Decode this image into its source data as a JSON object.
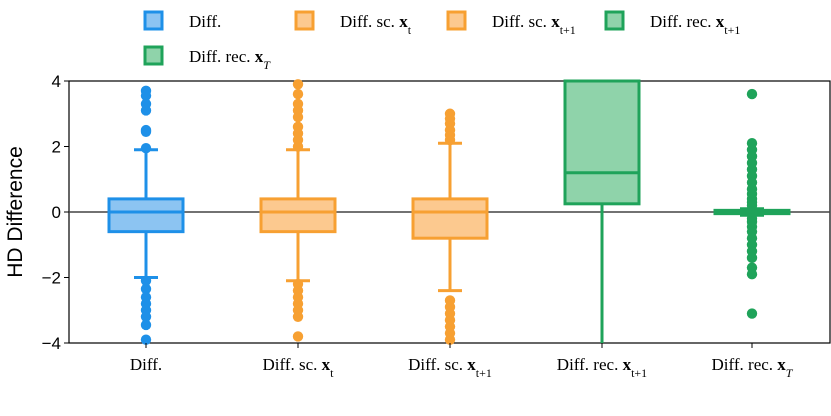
{
  "chart_data": {
    "type": "box",
    "ylabel": "HD Difference",
    "ylim": [
      -4,
      4
    ],
    "yticks": [
      -4,
      -2,
      0,
      2,
      4
    ],
    "ytick_labels": [
      "−4",
      "−2",
      "0",
      "2",
      "4"
    ],
    "zero_line": true,
    "legend_position": "top",
    "series": [
      {
        "name": "Diff.",
        "label_parts": [
          {
            "t": "Diff.",
            "b": false
          }
        ],
        "color": "#1e90e8",
        "fill": "#8cc4f2",
        "q1": -0.6,
        "median": 0.0,
        "q3": 0.4,
        "whisker_low": -2.0,
        "whisker_high": 1.9,
        "clip_low": false,
        "clip_high": false,
        "outliers": [
          3.7,
          3.55,
          3.3,
          3.1,
          2.5,
          2.45,
          1.95,
          -2.1,
          -2.35,
          -2.6,
          -2.8,
          -3.0,
          -3.2,
          -3.45,
          -3.9
        ]
      },
      {
        "name": "Diff. sc. x_t",
        "label_parts": [
          {
            "t": "Diff. sc. ",
            "b": false
          },
          {
            "t": "x",
            "b": true
          },
          {
            "t": "t",
            "sub": true
          }
        ],
        "color": "#f7a032",
        "fill": "#fcc98f",
        "q1": -0.6,
        "median": 0.0,
        "q3": 0.4,
        "whisker_low": -2.1,
        "whisker_high": 1.9,
        "clip_low": false,
        "clip_high": false,
        "outliers": [
          3.9,
          3.6,
          3.3,
          3.1,
          2.9,
          2.6,
          2.4,
          2.2,
          2.0,
          -2.2,
          -2.4,
          -2.6,
          -2.8,
          -3.0,
          -3.2,
          -3.8
        ]
      },
      {
        "name": "Diff. sc. x_t+1",
        "label_parts": [
          {
            "t": "Diff. sc. ",
            "b": false
          },
          {
            "t": "x",
            "b": true
          },
          {
            "t": "t+1",
            "sub": true
          }
        ],
        "color": "#f7a032",
        "fill": "#fcc98f",
        "q1": -0.8,
        "median": 0.0,
        "q3": 0.4,
        "whisker_low": -2.4,
        "whisker_high": 2.1,
        "clip_low": false,
        "clip_high": false,
        "outliers": [
          3.0,
          2.85,
          2.7,
          2.5,
          2.35,
          2.2,
          -2.7,
          -2.9,
          -3.1,
          -3.3,
          -3.5,
          -3.7,
          -3.9
        ]
      },
      {
        "name": "Diff. rec. x_t+1",
        "label_parts": [
          {
            "t": "Diff. rec. ",
            "b": false
          },
          {
            "t": "x",
            "b": true
          },
          {
            "t": "t+1",
            "sub": true
          }
        ],
        "color": "#1fa35a",
        "fill": "#8fd3aa",
        "q1": 0.25,
        "median": 1.2,
        "q3": 4.0,
        "whisker_low": -4.0,
        "whisker_high": 4.0,
        "clip_low": true,
        "clip_high": true,
        "outliers": []
      },
      {
        "name": "Diff. rec. x_T",
        "label_parts": [
          {
            "t": "Diff. rec. ",
            "b": false
          },
          {
            "t": "x",
            "b": true
          },
          {
            "t": "T",
            "sub": true,
            "i": true
          }
        ],
        "color": "#1fa35a",
        "fill": "#8fd3aa",
        "q1": -0.05,
        "median": 0.0,
        "q3": 0.05,
        "whisker_low": -0.1,
        "whisker_high": 0.1,
        "clip_low": false,
        "clip_high": false,
        "outliers": [
          3.6,
          2.1,
          1.9,
          1.7,
          1.5,
          1.3,
          1.1,
          0.9,
          0.7,
          0.55,
          0.4,
          0.3,
          0.2,
          -0.2,
          -0.3,
          -0.45,
          -0.6,
          -0.8,
          -1.0,
          -1.2,
          -1.4,
          -1.7,
          -1.9,
          -3.1
        ]
      }
    ]
  }
}
